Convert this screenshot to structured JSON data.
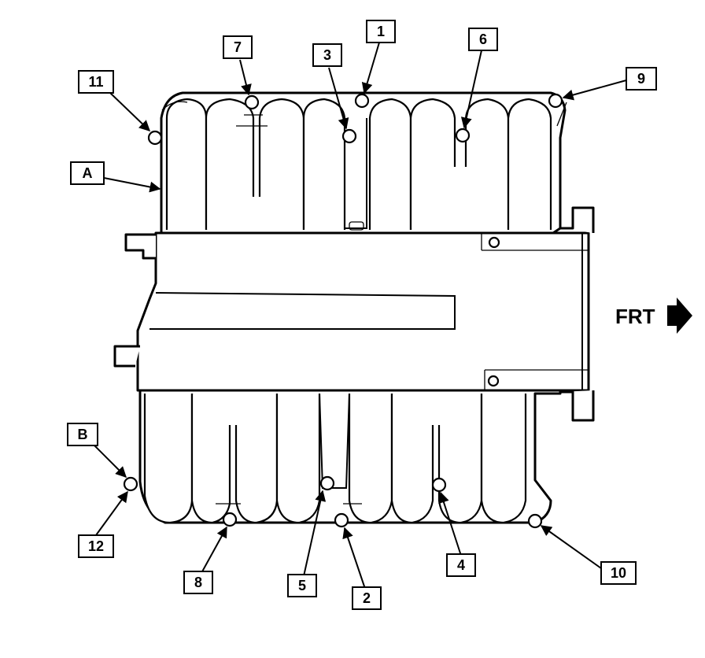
{
  "diagram": {
    "direction_label": "FRT",
    "direction_icon": "arrow-right-icon",
    "callouts": {
      "c1": "1",
      "c2": "2",
      "c3": "3",
      "c4": "4",
      "c5": "5",
      "c6": "6",
      "c7": "7",
      "c8": "8",
      "c9": "9",
      "c10": "10",
      "c11": "11",
      "c12": "12",
      "cA": "A",
      "cB": "B"
    },
    "colors": {
      "line": "#000000",
      "background": "#ffffff"
    }
  }
}
